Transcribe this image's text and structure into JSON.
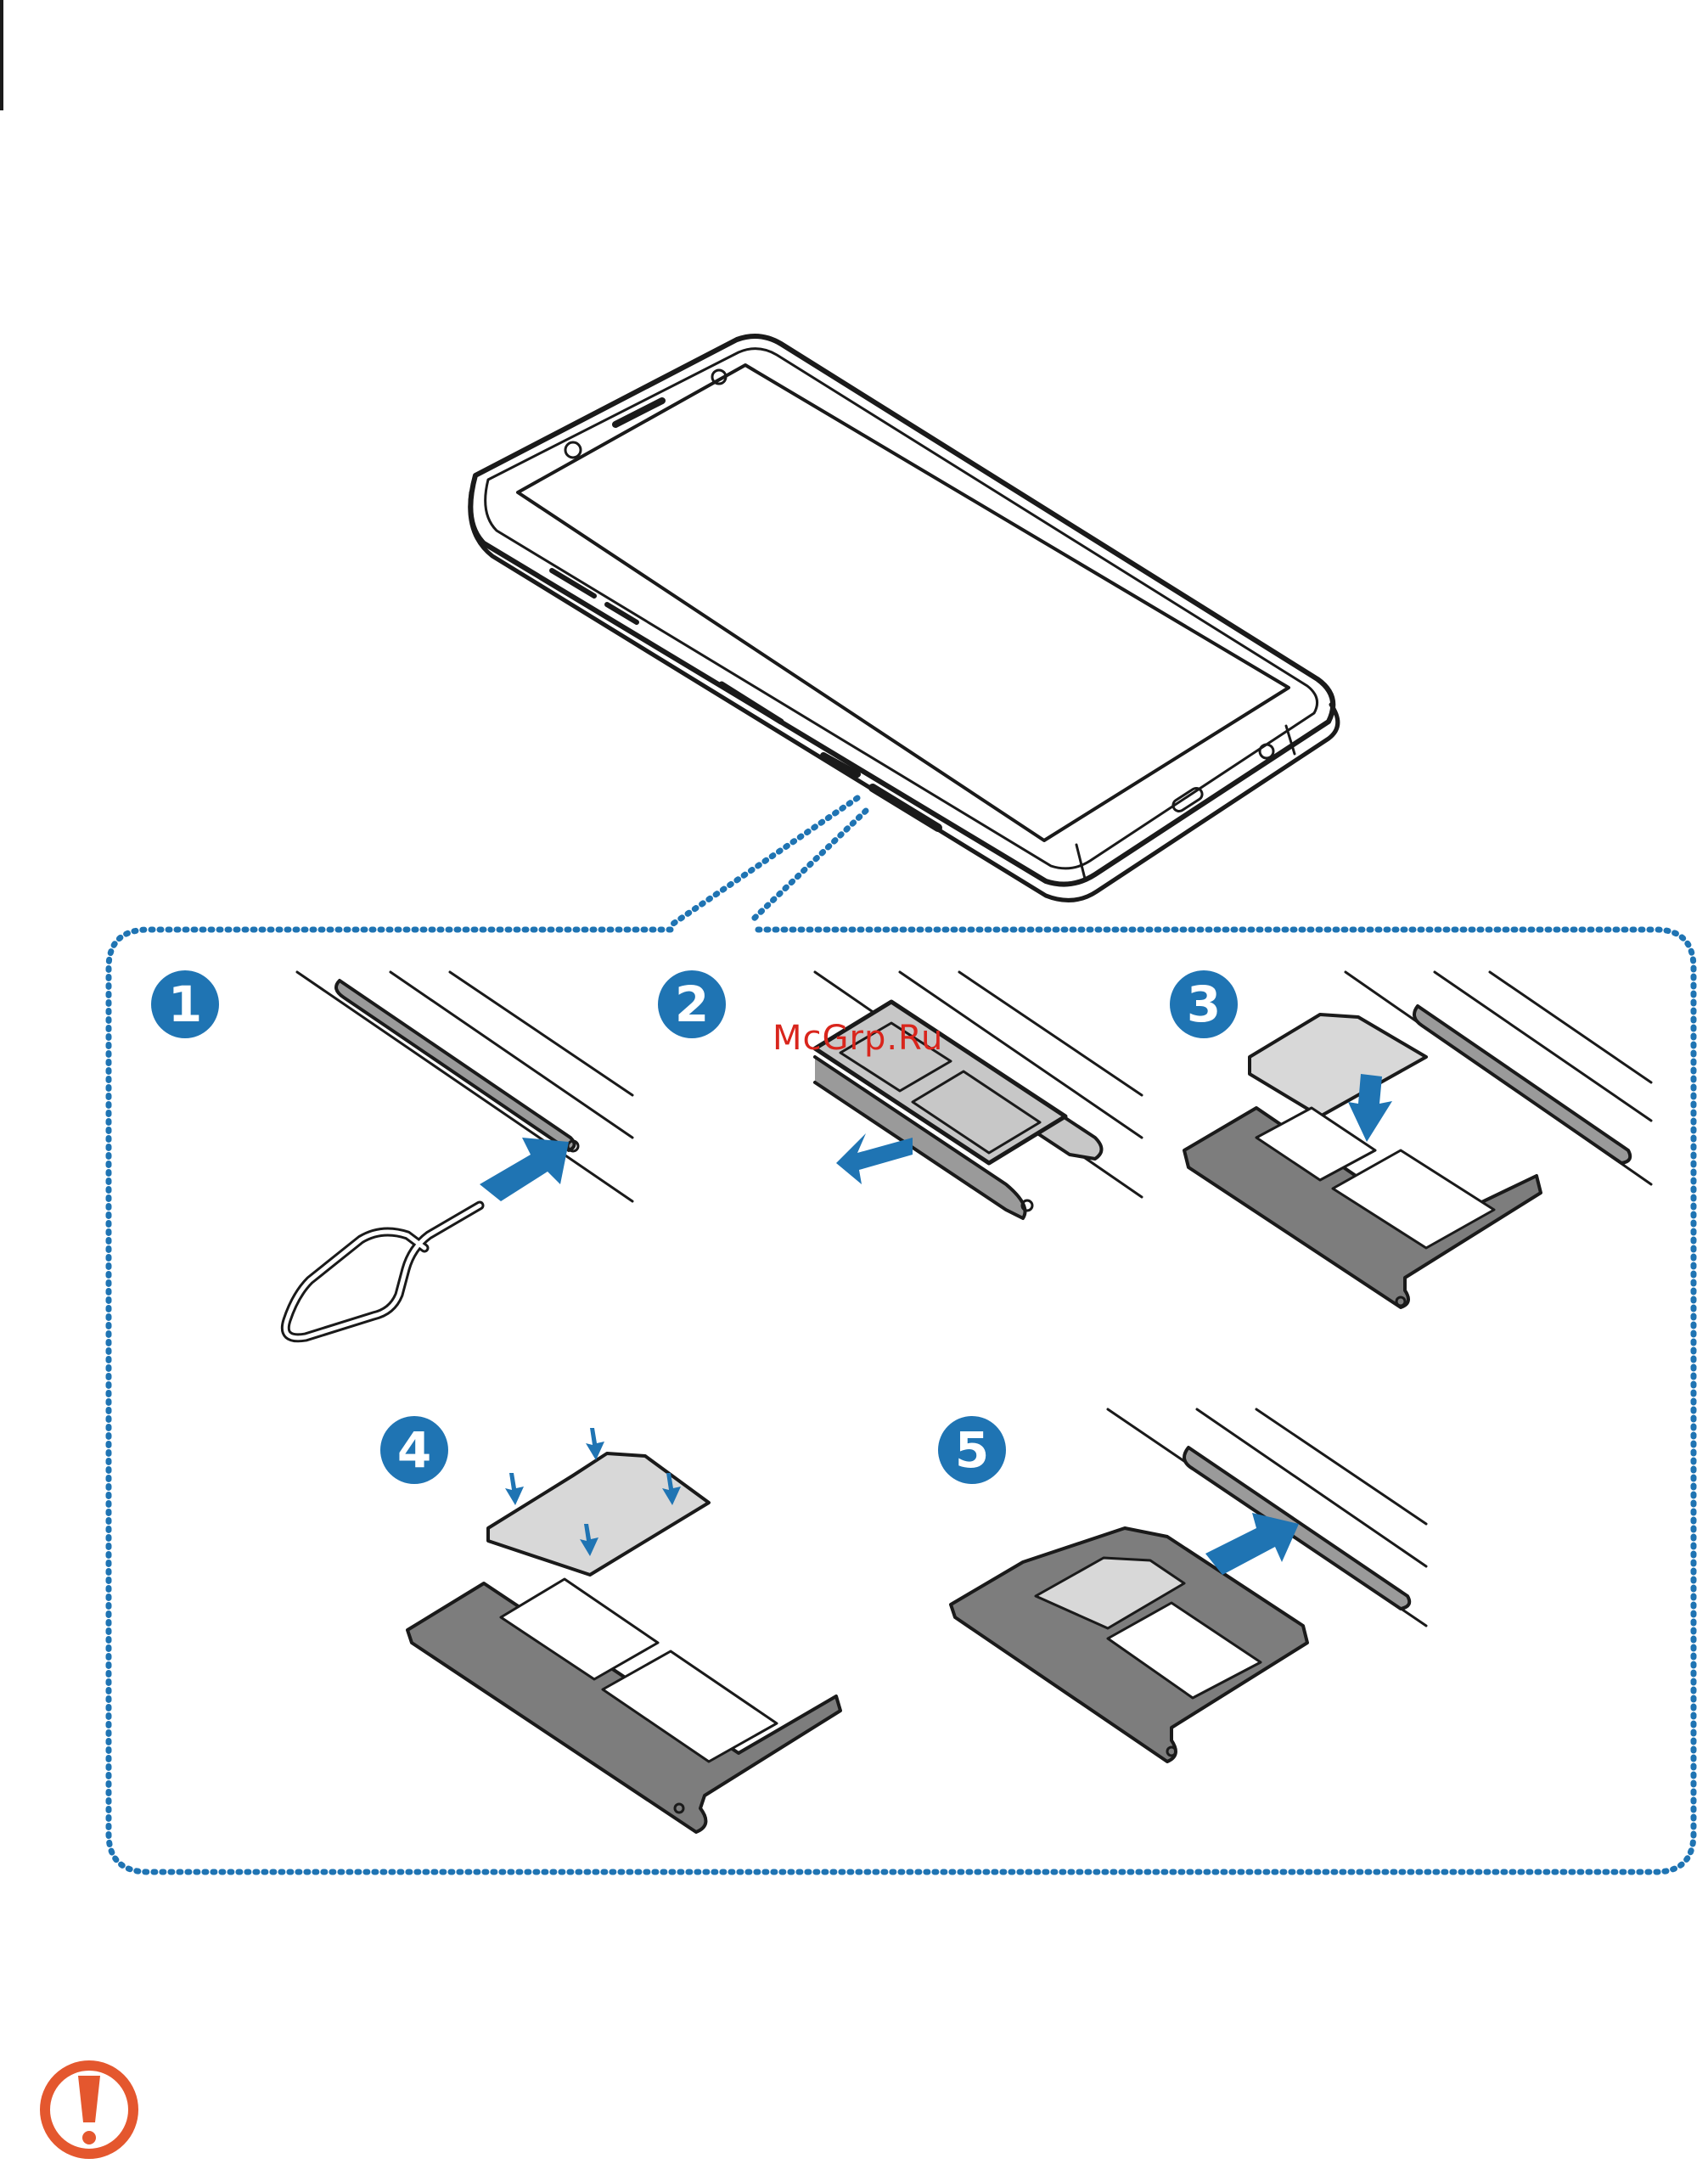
{
  "steps": [
    {
      "number": "1"
    },
    {
      "number": "2"
    },
    {
      "number": "3"
    },
    {
      "number": "4"
    },
    {
      "number": "5"
    }
  ],
  "watermark": "McGrp.Ru",
  "colors": {
    "step_badge": "#1f74b3",
    "arrow": "#1f74b3",
    "dotted_border": "#1f74b3",
    "watermark": "#d9251c",
    "caution": "#e4572e",
    "line": "#1a1a1a",
    "tray": "#7d7d7d",
    "sim": "#d8d8d8"
  },
  "icons": {
    "caution": "caution-exclamation-icon",
    "arrow": "blue-direction-arrow-icon"
  }
}
